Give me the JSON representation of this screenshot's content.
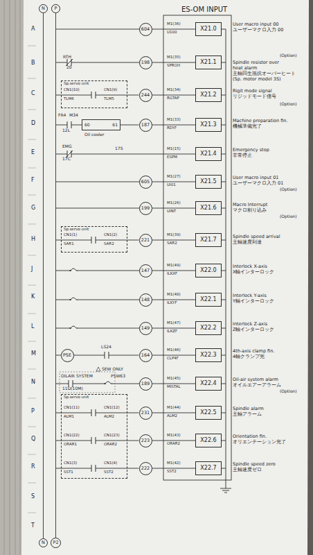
{
  "diagram": {
    "title": "ES-OM INPUT",
    "nodes": [
      {
        "text": [
          "N"
        ]
      },
      {
        "text": [
          "P"
        ]
      },
      {
        "text": [
          "604"
        ]
      },
      {
        "text": [
          "X21.0"
        ]
      },
      {
        "text": [
          "198"
        ]
      },
      {
        "text": [
          "X21.1"
        ]
      },
      {
        "text": [
          "Sp.servo unit"
        ]
      },
      {
        "text": [
          "244"
        ]
      },
      {
        "text": [
          "X21.2"
        ]
      },
      {
        "text": [
          "60",
          "61",
          "Oil cooler"
        ]
      },
      {
        "text": [
          "187"
        ]
      },
      {
        "text": [
          "X21.3"
        ]
      },
      {
        "text": [
          "X21.4"
        ]
      },
      {
        "text": [
          "605"
        ]
      },
      {
        "text": [
          "X21.5"
        ]
      },
      {
        "text": [
          "199"
        ]
      },
      {
        "text": [
          "X21.6"
        ]
      },
      {
        "text": [
          "Sp.servo unit"
        ]
      },
      {
        "text": [
          "221"
        ]
      },
      {
        "text": [
          "X21.7"
        ]
      },
      {
        "text": [
          "147"
        ]
      },
      {
        "text": [
          "X22.0"
        ]
      },
      {
        "text": [
          "148"
        ]
      },
      {
        "text": [
          "X22.1"
        ]
      },
      {
        "text": [
          "149"
        ]
      },
      {
        "text": [
          "X22.2"
        ]
      },
      {
        "text": [
          "PSE"
        ]
      },
      {
        "text": [
          "164"
        ]
      },
      {
        "text": [
          "X22.3"
        ]
      },
      {
        "text": [
          "189"
        ]
      },
      {
        "text": [
          "X22.4"
        ]
      },
      {
        "text": [
          "Sp.servo unit"
        ]
      },
      {
        "text": [
          "231"
        ]
      },
      {
        "text": [
          "X22.5"
        ]
      },
      {
        "text": [
          "223"
        ]
      },
      {
        "text": [
          "X22.6"
        ]
      },
      {
        "text": [
          "222"
        ]
      },
      {
        "text": [
          "X22.7"
        ]
      },
      {
        "text": [
          "N"
        ]
      },
      {
        "text": [
          "P2"
        ]
      }
    ],
    "edges": [
      {
        "from": 0,
        "to": 38,
        "arrow": "none"
      },
      {
        "from": 1,
        "to": 39,
        "arrow": "none"
      },
      {
        "from": 2,
        "to": 3,
        "arrow": "none"
      },
      {
        "from": 4,
        "to": 5,
        "arrow": "none"
      },
      {
        "from": 6,
        "to": 7,
        "arrow": "none"
      },
      {
        "from": 7,
        "to": 8,
        "arrow": "none"
      },
      {
        "from": 9,
        "to": 10,
        "arrow": "none"
      },
      {
        "from": 10,
        "to": 11,
        "arrow": "none"
      },
      {
        "from": 13,
        "to": 14,
        "arrow": "none"
      },
      {
        "from": 15,
        "to": 16,
        "arrow": "none"
      },
      {
        "from": 17,
        "to": 18,
        "arrow": "none"
      },
      {
        "from": 18,
        "to": 19,
        "arrow": "none"
      },
      {
        "from": 20,
        "to": 21,
        "arrow": "none"
      },
      {
        "from": 22,
        "to": 23,
        "arrow": "none"
      },
      {
        "from": 24,
        "to": 25,
        "arrow": "none"
      },
      {
        "from": 26,
        "to": 27,
        "label": "LS24",
        "arrow": "none"
      },
      {
        "from": 27,
        "to": 28,
        "arrow": "none"
      },
      {
        "from": 29,
        "to": 30,
        "arrow": "none"
      },
      {
        "from": 31,
        "to": 32,
        "arrow": "none"
      },
      {
        "from": 31,
        "to": 34,
        "arrow": "none"
      },
      {
        "from": 31,
        "to": 36,
        "arrow": "none"
      },
      {
        "from": 32,
        "to": 33,
        "arrow": "none"
      },
      {
        "from": 34,
        "to": 35,
        "arrow": "none"
      },
      {
        "from": 36,
        "to": 37,
        "arrow": "none"
      }
    ],
    "labels": [
      "A",
      "B",
      "C",
      "D",
      "E",
      "F",
      "G",
      "H",
      "J",
      "K",
      "L",
      "M",
      "N",
      "P",
      "Q",
      "R",
      "S",
      "T",
      "M1(36)",
      "U100",
      "User macro input 00",
      "ユーザーマクロ入力 00",
      "(Option)",
      "RTH",
      "20",
      "M1(35)",
      "SPROH",
      "Spindle resistor over",
      "heat alarm",
      "主軸回生抵抗オーバーヒート",
      "(Sp. motor model 3S)",
      "CN1(10)",
      "CN1(9)",
      "TLM6",
      "TLM5",
      "M1(34)",
      "RGTAP",
      "Rigit mode signal",
      "リジッドモード信号",
      "(Option)",
      "FR4",
      "M34",
      "12L",
      "M1(33)",
      "RDYF",
      "Machine preparation fin.",
      "機械準備完了",
      "EMG",
      "17C",
      "175",
      "M1(15)",
      "ESPM",
      "Emergency stop",
      "非常停止",
      "M1(27)",
      "UI01",
      "User macro input 01",
      "ユーザーマクロ入力 01",
      "(Option)",
      "M1(26)",
      "UINT",
      "Macro Interrupt",
      "マクロ割り込み",
      "(Option)",
      "CN1(1)",
      "CN1(2)",
      "SAR1",
      "SAR2",
      "M1(39)",
      "SAR2",
      "Spindle speed arrival",
      "主軸速度到達",
      "M1(49)",
      "ILKXF",
      "Interlock X-axis",
      "X軸インターロック",
      "M1(48)",
      "ILKYF",
      "Interlock Y-axis",
      "Y軸インターロック",
      "M1(47)",
      "ILKZF",
      "Interlock Z-axis",
      "Z軸インターロック",
      "M1(46)",
      "CLP4F",
      "4th-axis clamp fin.",
      "4軸クランプ完",
      "OILAIR SYSTEM",
      "SEW ONLY",
      "PSW63",
      "11D(10M)",
      "M1(45)",
      "MISTAL",
      "Oil-air system alarm",
      "オイルエアーアラーム",
      "(Option)",
      "CN1(11)",
      "CN1(12)",
      "ALM1",
      "ALM2",
      "M1(44)",
      "ALM2",
      "Spindle alarm",
      "主軸アラーム",
      "CN1(22)",
      "CN1(23)",
      "ORAR1",
      "ORAR2",
      "M1(43)",
      "ORAR2",
      "Orientation fin.",
      "オリエンテーション完了",
      "CN1(3)",
      "CN1(4)",
      "SST1",
      "SST2",
      "M1(42)",
      "SST2",
      "Spindle speed zero",
      "主軸速度ゼロ"
    ]
  }
}
